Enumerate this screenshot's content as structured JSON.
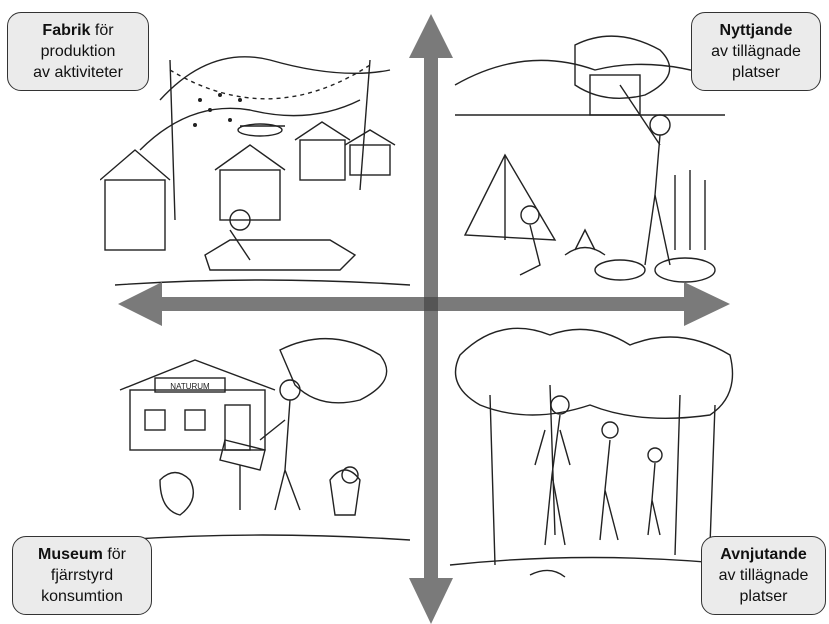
{
  "quadrants": {
    "top_left": {
      "bold": "Fabrik",
      "line1": " för",
      "line2": "produktion",
      "line3": "av aktiviteter"
    },
    "top_right": {
      "bold": "Nyttjande",
      "line1": "",
      "line2": "av tillägnade",
      "line3": "platser"
    },
    "bottom_left": {
      "bold": "Museum",
      "line1": " för",
      "line2": "fjärrstyrd",
      "line3": "konsumtion"
    },
    "bottom_right": {
      "bold": "Avnjutande",
      "line1": "",
      "line2": "av tillägnade",
      "line3": "platser"
    }
  },
  "sign_text": "NATURUM",
  "colors": {
    "arrow": "#7a7a7a",
    "box_fill": "#ebebeb",
    "box_border": "#333333",
    "ink": "#222222"
  }
}
